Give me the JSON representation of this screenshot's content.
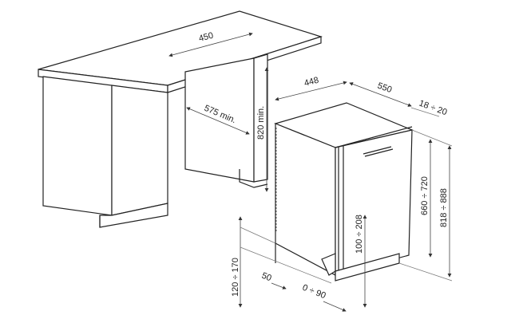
{
  "title": "Built-in dishwasher installation dimensions (mm)",
  "labels": {
    "counter_width": "450",
    "niche_depth": "575 min.",
    "niche_height": "820 min.",
    "appliance_width": "448",
    "appliance_depth": "550",
    "door_panel_thickness": "18 ÷ 20",
    "door_height": "660 ÷ 720",
    "total_height": "818 ÷ 888",
    "plinth_height_range": "100 ÷ 208",
    "plinth_height": "120 ÷ 170",
    "plinth_depth": "50",
    "plinth_offset": "0 ÷ 90"
  },
  "colors": {
    "line": "#222222",
    "background": "#ffffff"
  }
}
